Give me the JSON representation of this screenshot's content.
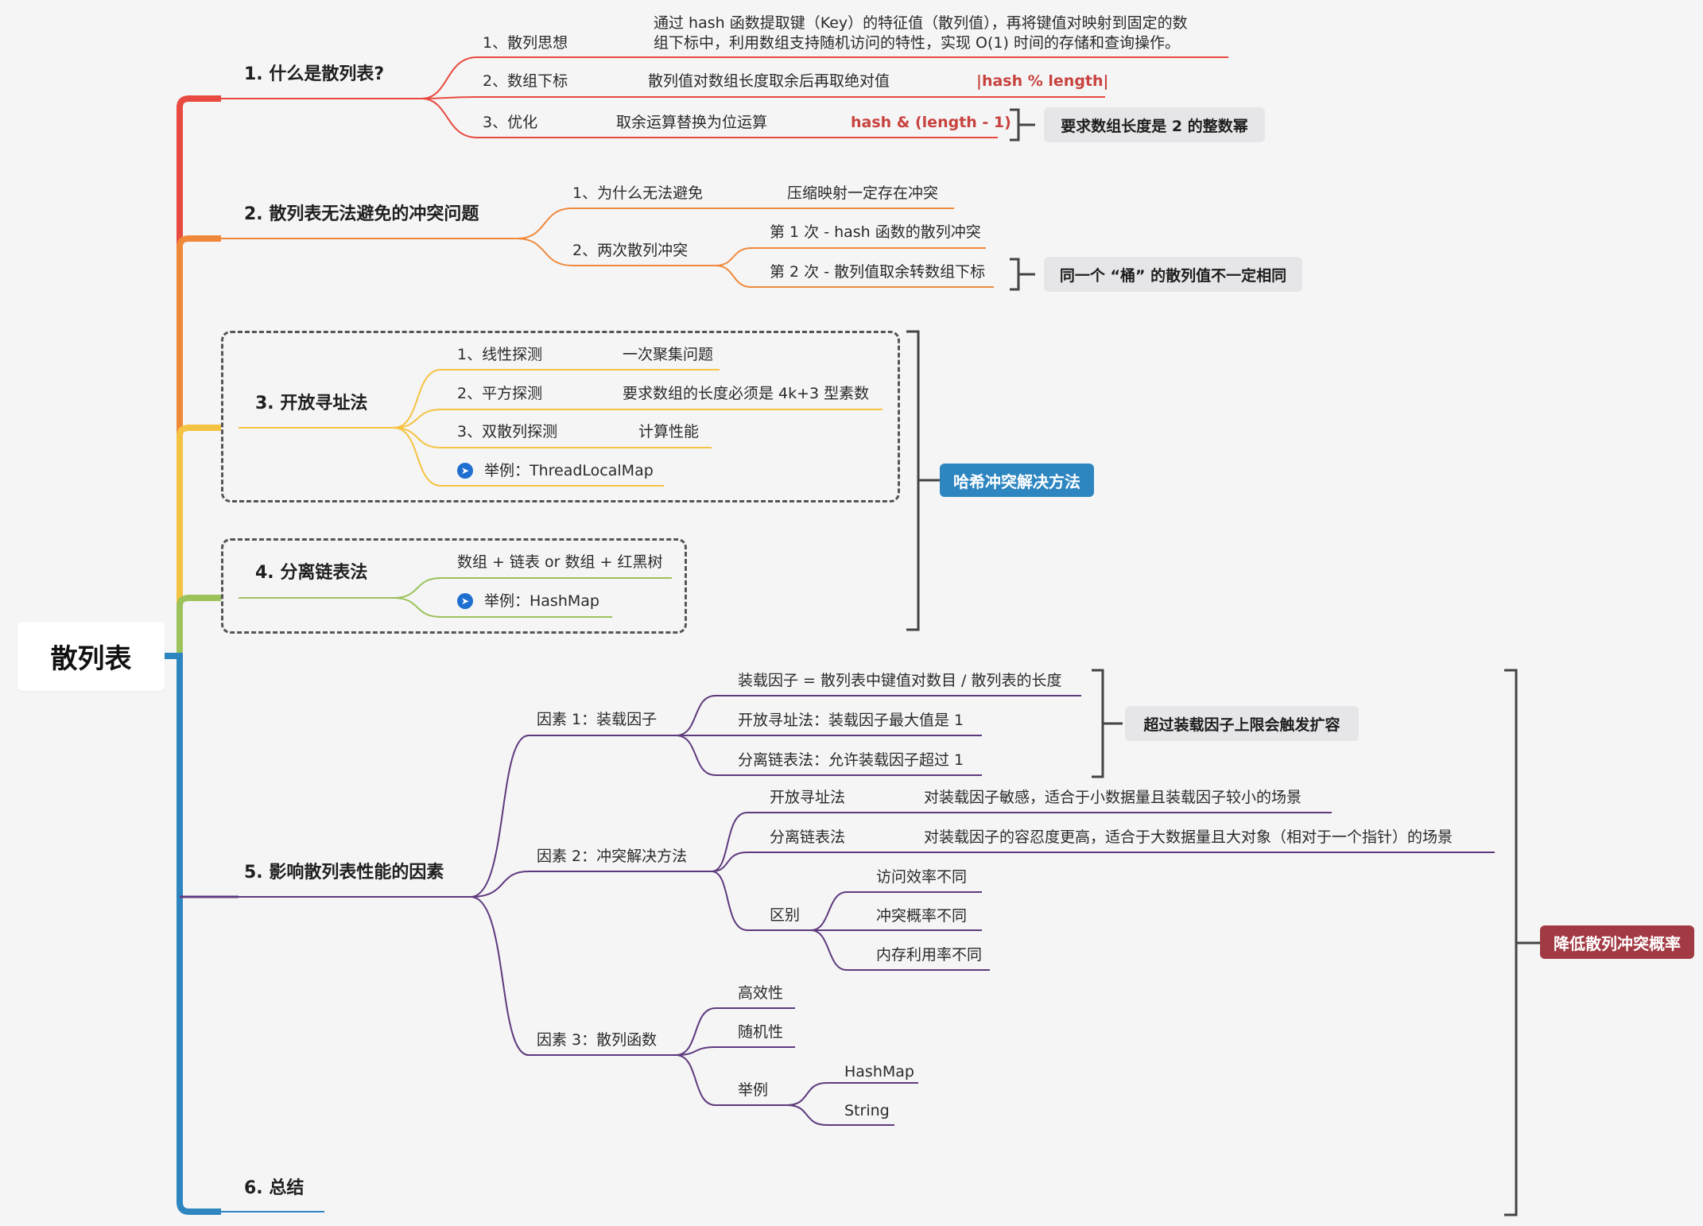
{
  "root": "散列表",
  "colors": {
    "branch1": "#e84a3f",
    "branch2": "#f0883a",
    "branch3": "#f5c342",
    "branch4": "#9cc25a",
    "branch5": "#5e3a7d",
    "branch6": "#2e86c1",
    "red_text": "#c8433f",
    "badge_blue": "#2e86c1",
    "badge_red": "#a23a44",
    "callout_bg": "#e6e6e8"
  },
  "b1": {
    "title": "1. 什么是散列表?",
    "c1": "1、散列思想",
    "c1_note_line1": "通过 hash 函数提取键（Key）的特征值（散列值），再将键值对映射到固定的数",
    "c1_note_line2": "组下标中，利用数组支持随机访问的特性，实现 O(1) 时间的存储和查询操作。",
    "c2": "2、数组下标",
    "c2_note": "散列值对数组长度取余后再取绝对值",
    "c2_formula": "|hash  % length|",
    "c3": "3、优化",
    "c3_note": "取余运算替换为位运算",
    "c3_formula": "hash & (length - 1)",
    "callout": "要求数组长度是 2 的整数幂"
  },
  "b2": {
    "title": "2. 散列表无法避免的冲突问题",
    "c1": "1、为什么无法避免",
    "c1_note": "压缩映射一定存在冲突",
    "c2": "2、两次散列冲突",
    "c2_a": "第 1 次 - hash 函数的散列冲突",
    "c2_b": "第 2 次 - 散列值取余转数组下标",
    "callout": "同一个 “桶” 的散列值不一定相同"
  },
  "b3": {
    "title": "3. 开放寻址法",
    "c1": "1、线性探测",
    "c1_note": "一次聚集问题",
    "c2": "2、平方探测",
    "c2_note": "要求数组的长度必须是 4k+3 型素数",
    "c3": "3、双散列探测",
    "c3_note": "计算性能",
    "c4": "举例：ThreadLocalMap"
  },
  "b4": {
    "title": "4. 分离链表法",
    "c1": "数组 + 链表 or 数组 + 红黑树",
    "c2": "举例：HashMap"
  },
  "summary_hash": "哈希冲突解决方法",
  "b5": {
    "title": "5. 影响散列表性能的因素",
    "f1": "因素 1：装载因子",
    "f1_a": "装载因子 = 散列表中键值对数目 / 散列表的长度",
    "f1_b": "开放寻址法：装载因子最大值是 1",
    "f1_c": "分离链表法：允许装载因子超过 1",
    "f1_callout": "超过装载因子上限会触发扩容",
    "f2": "因素 2：冲突解决方法",
    "f2_a": "开放寻址法",
    "f2_a_note": "对装载因子敏感，适合于小数据量且装载因子较小的场景",
    "f2_b": "分离链表法",
    "f2_b_note": "对装载因子的容忍度更高，适合于大数据量且大对象（相对于一个指针）的场景",
    "f2_c": "区别",
    "f2_c1": "访问效率不同",
    "f2_c2": "冲突概率不同",
    "f2_c3": "内存利用率不同",
    "f3": "因素 3：散列函数",
    "f3_a": "高效性",
    "f3_b": "随机性",
    "f3_c": "举例",
    "f3_c1": "HashMap",
    "f3_c2": "String"
  },
  "summary_collision": "降低散列冲突概率",
  "b6": {
    "title": "6. 总结"
  }
}
